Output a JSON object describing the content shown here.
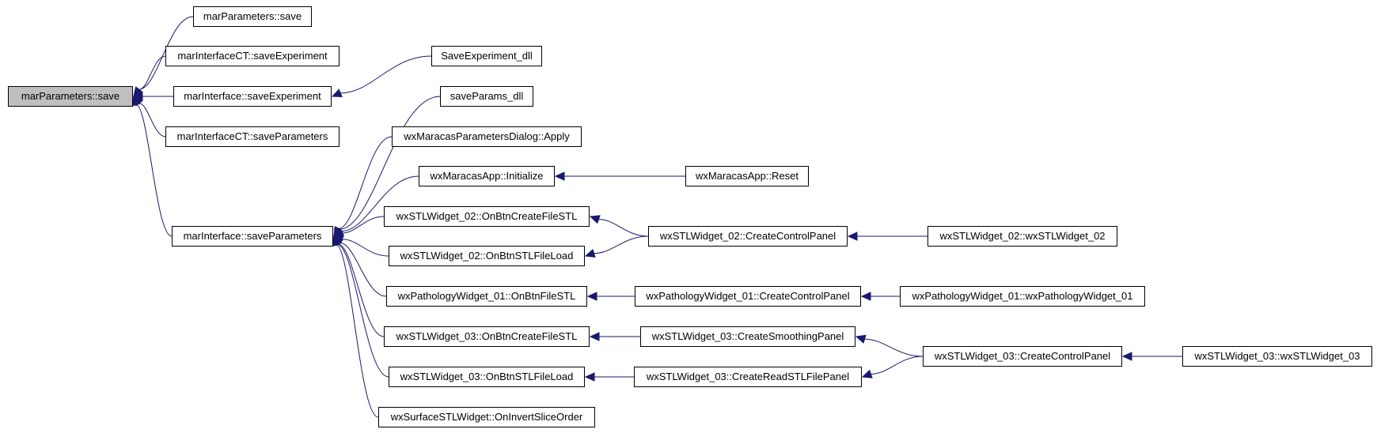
{
  "colors": {
    "edge": "#191970",
    "root_fill": "#bfbfbf",
    "node_fill": "#ffffff",
    "border": "#000000"
  },
  "nodes": {
    "root": "marParameters::save",
    "n1": "marParameters::save",
    "n2": "marInterfaceCT::saveExperiment",
    "n3": "marInterface::saveExperiment",
    "n4": "marInterfaceCT::saveParameters",
    "n5": "marInterface::saveParameters",
    "n6": "SaveExperiment_dll",
    "n7": "saveParams_dll",
    "n8": "wxMaracasParametersDialog::Apply",
    "n9": "wxMaracasApp::Initialize",
    "n10": "wxMaracasApp::Reset",
    "n11": "wxSTLWidget_02::OnBtnCreateFileSTL",
    "n12": "wxSTLWidget_02::OnBtnSTLFileLoad",
    "n13": "wxSTLWidget_02::CreateControlPanel",
    "n14": "wxSTLWidget_02::wxSTLWidget_02",
    "n15": "wxPathologyWidget_01::OnBtnFileSTL",
    "n16": "wxPathologyWidget_01::CreateControlPanel",
    "n17": "wxPathologyWidget_01::wxPathologyWidget_01",
    "n18": "wxSTLWidget_03::OnBtnCreateFileSTL",
    "n19": "wxSTLWidget_03::CreateSmoothingPanel",
    "n20": "wxSTLWidget_03::OnBtnSTLFileLoad",
    "n21": "wxSTLWidget_03::CreateReadSTLFilePanel",
    "n22": "wxSTLWidget_03::CreateControlPanel",
    "n23": "wxSTLWidget_03::wxSTLWidget_03",
    "n24": "wxSurfaceSTLWidget::OnInvertSliceOrder"
  },
  "edges": [
    {
      "from": "n1",
      "to": "root"
    },
    {
      "from": "n2",
      "to": "root"
    },
    {
      "from": "n3",
      "to": "root"
    },
    {
      "from": "n4",
      "to": "root"
    },
    {
      "from": "n5",
      "to": "root"
    },
    {
      "from": "n6",
      "to": "n3"
    },
    {
      "from": "n7",
      "to": "n5"
    },
    {
      "from": "n8",
      "to": "n5"
    },
    {
      "from": "n9",
      "to": "n5"
    },
    {
      "from": "n10",
      "to": "n9"
    },
    {
      "from": "n11",
      "to": "n5"
    },
    {
      "from": "n12",
      "to": "n5"
    },
    {
      "from": "n13",
      "to": "n11"
    },
    {
      "from": "n13",
      "to": "n12"
    },
    {
      "from": "n14",
      "to": "n13"
    },
    {
      "from": "n15",
      "to": "n5"
    },
    {
      "from": "n16",
      "to": "n15"
    },
    {
      "from": "n17",
      "to": "n16"
    },
    {
      "from": "n18",
      "to": "n5"
    },
    {
      "from": "n19",
      "to": "n18"
    },
    {
      "from": "n20",
      "to": "n5"
    },
    {
      "from": "n21",
      "to": "n20"
    },
    {
      "from": "n22",
      "to": "n19"
    },
    {
      "from": "n22",
      "to": "n21"
    },
    {
      "from": "n23",
      "to": "n22"
    },
    {
      "from": "n24",
      "to": "n5"
    }
  ]
}
